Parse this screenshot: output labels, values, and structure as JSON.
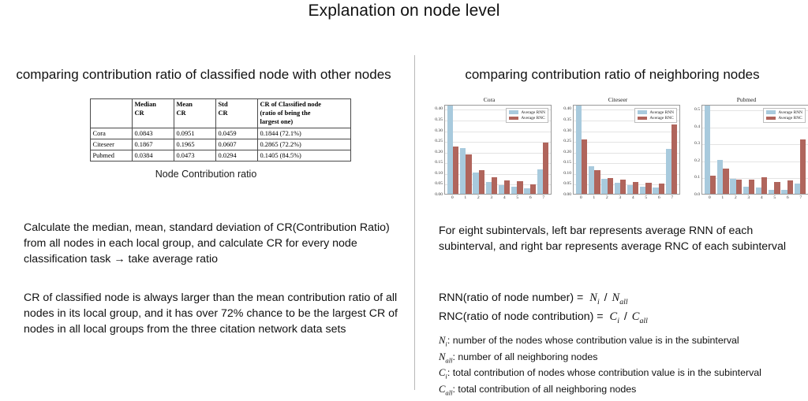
{
  "slide": {
    "title": "Explanation on node level"
  },
  "headers": {
    "left": "comparing contribution ratio of classified node with other nodes",
    "right": "comparing contribution ratio of neighboring nodes"
  },
  "table": {
    "caption": "Node Contribution ratio",
    "columns": [
      "",
      "Median CR",
      "Mean CR",
      "Std CR",
      "CR of Classified node (ratio of being the largest one)"
    ],
    "column_labels": {
      "c0": "",
      "c1_line1": "Median",
      "c1_line2": "CR",
      "c2_line1": "Mean",
      "c2_line2": "CR",
      "c3_line1": "Std",
      "c3_line2": "CR",
      "c4_line1": "CR of Classified node",
      "c4_line2": "(ratio  of  being  the",
      "c4_line3": "largest one)"
    },
    "rows": [
      {
        "name": "Cora",
        "median_cr": "0.0843",
        "mean_cr": "0.0951",
        "std_cr": "0.0459",
        "cr_classified": "0.1844 (72.1%)"
      },
      {
        "name": "Citeseer",
        "median_cr": "0.1867",
        "mean_cr": "0.1965",
        "std_cr": "0.0607",
        "cr_classified": "0.2865 (72.2%)"
      },
      {
        "name": "Pubmed",
        "median_cr": "0.0384",
        "mean_cr": "0.0473",
        "std_cr": "0.0294",
        "cr_classified": "0.1405 (84.5%)"
      }
    ]
  },
  "left_text": {
    "para1": "Calculate the median, mean, standard deviation of CR(Contribution Ratio) from all nodes in each local group, and calculate CR for every node classification task → take average ratio",
    "para2": "CR of classified node is always larger than the mean contribution ratio of all nodes in its local group, and it has over 72% chance to be the largest CR of nodes in all local groups from the three citation network data sets"
  },
  "right_text": {
    "para1": "For eight subintervals, left bar represents average RNN of each subinterval, and right bar represents average RNC of each subinterval",
    "formula1_label": "RNN(ratio of node number) =",
    "formula1_num": "N",
    "formula1_num_sub": "i",
    "formula1_den": "N",
    "formula1_den_sub": "all",
    "formula2_label": "RNC(ratio of node contribution) =",
    "formula2_num": "C",
    "formula2_num_sub": "i",
    "formula2_den": "C",
    "formula2_den_sub": "all",
    "def1_var": "N",
    "def1_sub": "i",
    "def1_text": ": number of the nodes whose contribution value is in the subinterval",
    "def2_var": "N",
    "def2_sub": "all",
    "def2_text": ": number of all neighboring nodes",
    "def3_var": "C",
    "def3_sub": "i",
    "def3_text": ": total contribution of nodes whose contribution value is in the subinterval",
    "def4_var": "C",
    "def4_sub": "all",
    "def4_text": ": total contribution of all neighboring nodes"
  },
  "colors": {
    "rnn": "#a8cadd",
    "rnc": "#b0655c",
    "divider": "#b9b9b9",
    "axis": "#9a9a9a",
    "grid": "#e3e3e3"
  },
  "chart_data": [
    {
      "type": "bar",
      "title": "Cora",
      "xlabel": "",
      "ylabel": "",
      "categories": [
        "0",
        "1",
        "2",
        "3",
        "4",
        "5",
        "6",
        "7"
      ],
      "ylim": [
        0.0,
        0.42
      ],
      "yticks": [
        0.0,
        0.05,
        0.1,
        0.15,
        0.2,
        0.25,
        0.3,
        0.35,
        0.4
      ],
      "ytick_labels": [
        "0.00",
        "0.05",
        "0.10",
        "0.15",
        "0.20",
        "0.25",
        "0.30",
        "0.35",
        "0.40"
      ],
      "grid": true,
      "legend": [
        "Average RNN",
        "Average RNC"
      ],
      "legend_position": "upper right",
      "series": [
        {
          "name": "Average RNN",
          "color": "#a8cadd",
          "values": [
            0.418,
            0.215,
            0.098,
            0.054,
            0.04,
            0.032,
            0.025,
            0.114
          ]
        },
        {
          "name": "Average RNC",
          "color": "#b0655c",
          "values": [
            0.222,
            0.185,
            0.111,
            0.077,
            0.062,
            0.06,
            0.045,
            0.24
          ]
        }
      ]
    },
    {
      "type": "bar",
      "title": "Citeseer",
      "xlabel": "",
      "ylabel": "",
      "categories": [
        "0",
        "1",
        "2",
        "3",
        "4",
        "5",
        "6",
        "7"
      ],
      "ylim": [
        0.0,
        0.42
      ],
      "yticks": [
        0.0,
        0.05,
        0.1,
        0.15,
        0.2,
        0.25,
        0.3,
        0.35,
        0.4
      ],
      "ytick_labels": [
        "0.00",
        "0.05",
        "0.10",
        "0.15",
        "0.20",
        "0.25",
        "0.30",
        "0.35",
        "0.40"
      ],
      "grid": true,
      "legend": [
        "Average RNN",
        "Average RNC"
      ],
      "legend_position": "upper right",
      "series": [
        {
          "name": "Average RNN",
          "color": "#a8cadd",
          "values": [
            0.413,
            0.128,
            0.069,
            0.053,
            0.042,
            0.035,
            0.031,
            0.209
          ]
        },
        {
          "name": "Average RNC",
          "color": "#b0655c",
          "values": [
            0.253,
            0.11,
            0.075,
            0.065,
            0.056,
            0.05,
            0.049,
            0.326
          ]
        }
      ]
    },
    {
      "type": "bar",
      "title": "Pubmed",
      "xlabel": "",
      "ylabel": "",
      "categories": [
        "0",
        "1",
        "2",
        "3",
        "4",
        "5",
        "6",
        "7"
      ],
      "ylim": [
        0.0,
        0.53
      ],
      "yticks": [
        0.0,
        0.1,
        0.2,
        0.3,
        0.4,
        0.5
      ],
      "ytick_labels": [
        "0.0",
        "0.1",
        "0.2",
        "0.3",
        "0.4",
        "0.5"
      ],
      "grid": true,
      "legend": [
        "Average RNN",
        "Average RNC"
      ],
      "legend_position": "upper right",
      "series": [
        {
          "name": "Average RNN",
          "color": "#a8cadd",
          "values": [
            0.521,
            0.198,
            0.088,
            0.044,
            0.036,
            0.025,
            0.022,
            0.061
          ]
        },
        {
          "name": "Average RNC",
          "color": "#b0655c",
          "values": [
            0.108,
            0.151,
            0.086,
            0.082,
            0.097,
            0.07,
            0.079,
            0.322
          ]
        }
      ]
    }
  ]
}
